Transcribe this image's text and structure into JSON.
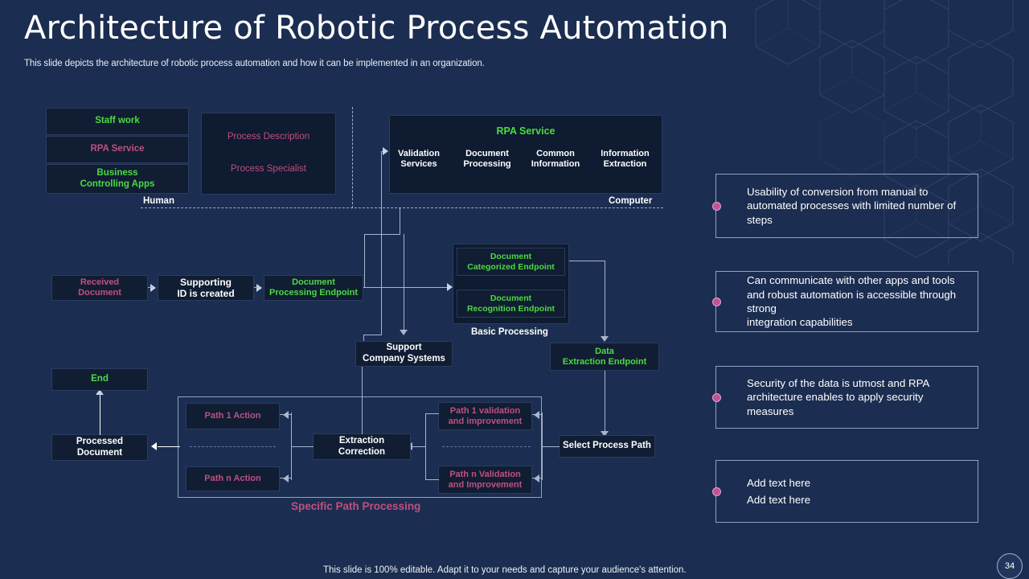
{
  "header": {
    "title": "Architecture of Robotic Process Automation",
    "subtitle": "This slide depicts the architecture of robotic process automation and how it can be implemented in an organization."
  },
  "colors": {
    "background": "#1b2d50",
    "node_fill": "#101d33",
    "green": "#4bdb3f",
    "pink": "#c04f80",
    "white": "#ffffff",
    "bullet_dot": "#c2529a",
    "connector": "#a7b6cc"
  },
  "diagram": {
    "lanes": [
      {
        "label": "Human"
      },
      {
        "label": "Computer"
      }
    ],
    "human_stack": [
      {
        "label": "Staff work",
        "color": "green"
      },
      {
        "label": "RPA  Service",
        "color": "pink"
      },
      {
        "label": "Business\nControlling Apps",
        "color": "green"
      }
    ],
    "process_panel": [
      {
        "label": "Process Description",
        "color": "pink"
      },
      {
        "label": "Process Specialist",
        "color": "pink"
      }
    ],
    "rpa_service": {
      "title": "RPA  Service",
      "items": [
        "Validation\nServices",
        "Document\nProcessing",
        "Common\nInformation",
        "Information\nExtraction"
      ]
    },
    "flow_row": [
      {
        "label": "Received\nDocument",
        "color": "pink"
      },
      {
        "label": "Supporting\nID is created",
        "color": "white"
      },
      {
        "label": "Document\nProcessing Endpoint",
        "color": "green"
      }
    ],
    "basic_processing": {
      "label": "Basic Processing",
      "items": [
        {
          "label": "Document\nCategorized Endpoint",
          "color": "green"
        },
        {
          "label": "Document\nRecognition Endpoint",
          "color": "green"
        }
      ]
    },
    "support_systems": {
      "label": "Support\nCompany Systems",
      "color": "white"
    },
    "data_extraction": {
      "label": "Data\nExtraction Endpoint",
      "color": "green"
    },
    "select_process_path": {
      "label": "Select Process Path",
      "color": "white"
    },
    "extraction_correction": {
      "label": "Extraction\nCorrection",
      "color": "white"
    },
    "specific_path_processing": {
      "label": "Specific Path Processing",
      "actions": [
        {
          "label": "Path 1 Action",
          "color": "pink"
        },
        {
          "label": "Path n Action",
          "color": "pink"
        }
      ],
      "validations": [
        {
          "label": "Path 1 validation\nand improvement",
          "color": "pink"
        },
        {
          "label": "Path n Validation\nand Improvement",
          "color": "pink"
        }
      ]
    },
    "processed_document": {
      "label": "Processed\nDocument",
      "color": "white"
    },
    "end": {
      "label": "End",
      "color": "green"
    }
  },
  "bullets": [
    {
      "text": "Usability  of conversion from manual to automated processes with limited number of steps"
    },
    {
      "text": "Can communicate with other apps and tools and robust automation is accessible through strong\nintegration capabilities"
    },
    {
      "text": "Security of the data is utmost and RPA architecture enables to apply security measures"
    },
    {
      "text": "Add text here\nAdd text here"
    }
  ],
  "footer": {
    "note": "This slide is 100% editable. Adapt it to your needs and capture your audience's attention.",
    "page_number": "34"
  }
}
